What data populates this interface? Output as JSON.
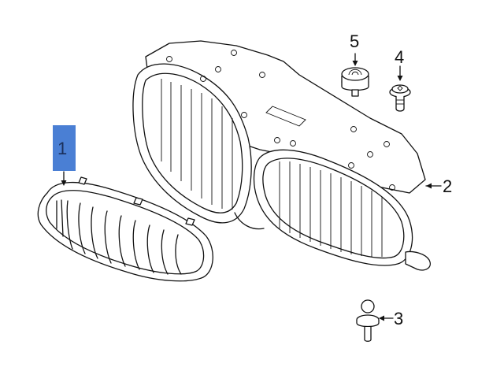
{
  "diagram": {
    "type": "exploded-parts-diagram",
    "subject": "front kidney grille assembly",
    "highlight_color": "#4a7fd4",
    "line_color": "#111111",
    "callouts": [
      {
        "id": "1",
        "label": "1",
        "part": "grille insert",
        "highlighted": true
      },
      {
        "id": "2",
        "label": "2",
        "part": "grille frame / carrier"
      },
      {
        "id": "3",
        "label": "3",
        "part": "ball stud"
      },
      {
        "id": "4",
        "label": "4",
        "part": "torx screw with washer"
      },
      {
        "id": "5",
        "label": "5",
        "part": "grommet / bushing"
      }
    ]
  }
}
